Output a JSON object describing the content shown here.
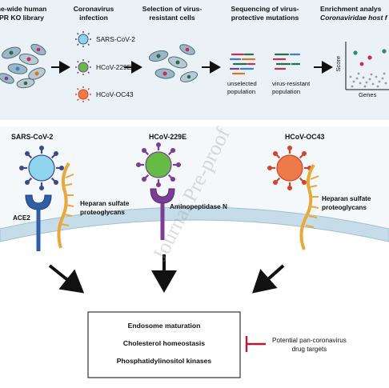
{
  "steps": [
    {
      "title_line1": "ne-wide human",
      "title_line2": "PR KO library"
    },
    {
      "title_line1": "Coronavirus",
      "title_line2": "infection"
    },
    {
      "title_line1": "Selection of virus-",
      "title_line2": "resistant cells"
    },
    {
      "title_line1": "Sequencing of virus-",
      "title_line2": "protective mutations"
    },
    {
      "title_line1": "Enrichment analys",
      "title_line2": "Coronaviridae host f"
    }
  ],
  "viruses": [
    "SARS-CoV-2",
    "HCoV-229E",
    "HCoV-OC43"
  ],
  "populations": [
    {
      "line1": "unselected",
      "line2": "population"
    },
    {
      "line1": "virus-resistant",
      "line2": "population"
    }
  ],
  "plot": {
    "ylabel": "Score",
    "xlabel": "Genes"
  },
  "receptors_panel": {
    "virus_titles": [
      "SARS-CoV-2",
      "HCoV-229E",
      "HCoV-OC43"
    ],
    "ace2": "ACE2",
    "heparan_line1": "Heparan sulfate",
    "heparan_line2": "proteoglycans",
    "aminopeptidase": "Aminopeptidase N"
  },
  "targets_box": {
    "items": [
      "Endosome maturation",
      "Cholesterol homeostasis",
      "Phosphatidylinositol kinases"
    ]
  },
  "inhibition": {
    "line1": "Potential pan-coronavirus",
    "line2": "drug targets"
  },
  "watermark": "Journal Pre-proof",
  "colors": {
    "sars": "#8fd4ee",
    "e229": "#66bb44",
    "oc43": "#ee7a4a",
    "spike_sars": "#3b4a8e",
    "spike_e229": "#7b3e95",
    "spike_oc43": "#d2442c",
    "membrane": "#c6dde9",
    "inhibit": "#c01830"
  }
}
